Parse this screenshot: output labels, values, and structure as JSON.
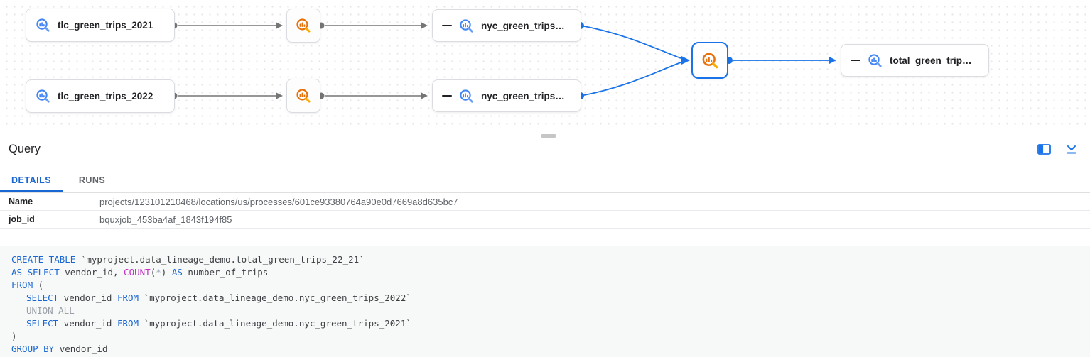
{
  "lineage": {
    "nodes": {
      "tlc2021": {
        "label": "tlc_green_trips_2021"
      },
      "tlc2022": {
        "label": "tlc_green_trips_2022"
      },
      "nyc2022": {
        "label": "nyc_green_trips…"
      },
      "nyc2021": {
        "label": "nyc_green_trips…"
      },
      "total": {
        "label": "total_green_trip…"
      }
    },
    "icons": {
      "table_icon": "bigquery-table-icon",
      "process_icon": "bigquery-process-icon",
      "collapse_node_icon": "minus-icon"
    }
  },
  "panel": {
    "title": "Query",
    "icons": {
      "dock": "dock-side-icon",
      "collapse": "collapse-panel-icon",
      "drag": "panel-drag-handle"
    },
    "tabs": [
      {
        "label": "DETAILS",
        "active": true
      },
      {
        "label": "RUNS",
        "active": false
      }
    ],
    "details": [
      {
        "label": "Name",
        "value": "projects/123101210468/locations/us/processes/601ce93380764a90e0d7669a8d635bc7"
      },
      {
        "label": "job_id",
        "value": "bquxjob_453ba4af_1843f194f85"
      }
    ]
  },
  "code": {
    "lines": [
      {
        "indent": false,
        "tokens": [
          {
            "c": "kw",
            "t": "CREATE TABLE"
          },
          {
            "c": "id",
            "t": " `myproject.data_lineage_demo.total_green_trips_22_21`"
          }
        ]
      },
      {
        "indent": false,
        "tokens": [
          {
            "c": "kw",
            "t": "AS SELECT"
          },
          {
            "c": "id",
            "t": " vendor_id, "
          },
          {
            "c": "fn",
            "t": "COUNT"
          },
          {
            "c": "id",
            "t": "("
          },
          {
            "c": "op",
            "t": "*"
          },
          {
            "c": "id",
            "t": ") "
          },
          {
            "c": "kw",
            "t": "AS"
          },
          {
            "c": "id",
            "t": " number_of_trips"
          }
        ]
      },
      {
        "indent": false,
        "tokens": [
          {
            "c": "kw",
            "t": "FROM"
          },
          {
            "c": "id",
            "t": " ("
          }
        ]
      },
      {
        "indent": true,
        "tokens": [
          {
            "c": "kw",
            "t": "SELECT"
          },
          {
            "c": "id",
            "t": " vendor_id "
          },
          {
            "c": "kw",
            "t": "FROM"
          },
          {
            "c": "id",
            "t": " `myproject.data_lineage_demo.nyc_green_trips_2022`"
          }
        ]
      },
      {
        "indent": true,
        "tokens": [
          {
            "c": "cm",
            "t": "UNION ALL"
          }
        ]
      },
      {
        "indent": true,
        "tokens": [
          {
            "c": "kw",
            "t": "SELECT"
          },
          {
            "c": "id",
            "t": " vendor_id "
          },
          {
            "c": "kw",
            "t": "FROM"
          },
          {
            "c": "id",
            "t": " `myproject.data_lineage_demo.nyc_green_trips_2021`"
          }
        ]
      },
      {
        "indent": false,
        "tokens": [
          {
            "c": "id",
            "t": ")"
          }
        ]
      },
      {
        "indent": false,
        "tokens": [
          {
            "c": "kw",
            "t": "GROUP BY"
          },
          {
            "c": "id",
            "t": " vendor_id"
          }
        ]
      }
    ]
  },
  "colors": {
    "accent_blue": "#1a73e8",
    "tab_blue": "#1967d2",
    "table_icon_blue": "#4285f4",
    "process_icon_orange": "#e8710a",
    "edge_gray": "#757575",
    "keyword_blue": "#1967d2",
    "function_magenta": "#c12ec1"
  }
}
